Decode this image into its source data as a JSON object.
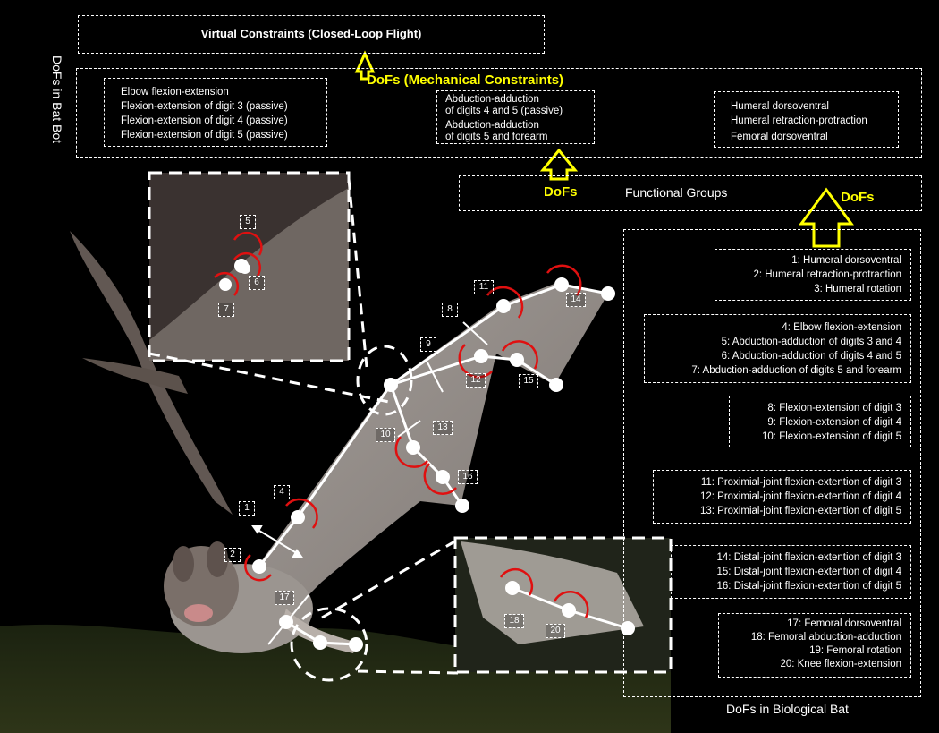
{
  "top": {
    "virtual_constraints": "Virtual Constraints (Closed-Loop Flight)",
    "mechanical_arrow": "DoFs (Mechanical Constraints)",
    "bat_bot_side": "DoFs in Bat Bot"
  },
  "mechanical_groups": [
    [
      "Elbow flexion-extension",
      "Flexion-extension of digit 3 (passive)",
      "Flexion-extension of digit 4 (passive)",
      "Flexion-extension of digit 5 (passive)"
    ],
    [
      "Abduction-adduction",
      "of digits 4 and 5 (passive)",
      "Abduction-adduction",
      "of digits 5 and forearm"
    ],
    [
      "Humeral dorsoventral",
      "Humeral retraction-protraction",
      "Femoral dorsoventral"
    ]
  ],
  "functional": {
    "label": "Functional Groups",
    "dofs_left": "DoFs",
    "dofs_right": "DoFs"
  },
  "bio_groups": [
    [
      "1: Humeral dorsoventral",
      "2: Humeral retraction-protraction",
      "3: Humeral rotation"
    ],
    [
      "4: Elbow flexion-extension",
      "5: Abduction-adduction of digits 3 and 4",
      "6: Abduction-adduction of digits 4 and 5",
      "7: Abduction-adduction of digits 5 and forearm"
    ],
    [
      "8: Flexion-extension of digit 3",
      "9: Flexion-extension of digit 4",
      "10: Flexion-extension of digit 5"
    ],
    [
      "11: Proximial-joint flexion-extention of digit 3",
      "12: Proximial-joint flexion-extention of digit 4",
      "13: Proximial-joint flexion-extention of digit 5"
    ],
    [
      "14: Distal-joint flexion-extention of digit 3",
      "15: Distal-joint flexion-extention of digit 4",
      "16: Distal-joint flexion-extention of digit 5"
    ],
    [
      "17: Femoral dorsoventral",
      "18: Femoral abduction-adduction",
      "19: Femoral rotation",
      "20: Knee flexion-extension"
    ]
  ],
  "bio_caption": "DoFs in Biological Bat",
  "joint_labels": {
    "j1": "1",
    "j2": "2",
    "j4": "4",
    "j5": "5",
    "j6": "6",
    "j7": "7",
    "j8": "8",
    "j9": "9",
    "j10": "10",
    "j11": "11",
    "j12": "12",
    "j13": "13",
    "j14": "14",
    "j15": "15",
    "j16": "16",
    "j17": "17",
    "j18": "18",
    "j20": "20"
  },
  "colors": {
    "arrow_yellow": "#ffff00",
    "joint_red": "#e01010",
    "box_white": "#ffffff",
    "background": "#000000"
  }
}
